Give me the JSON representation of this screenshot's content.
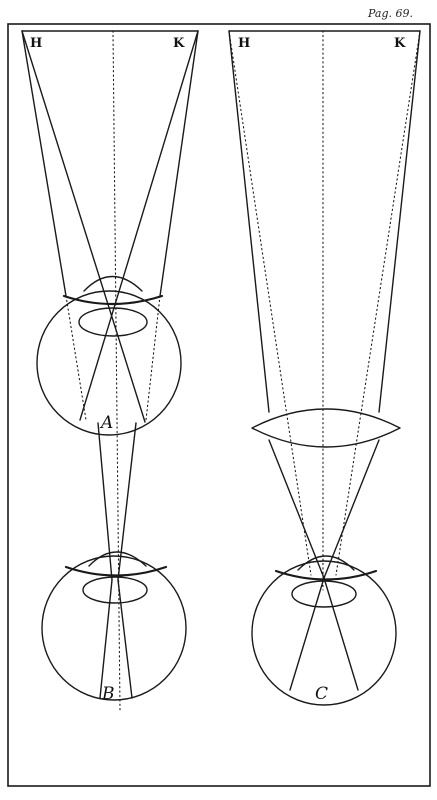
{
  "page_number": "Pag. 69.",
  "figures": {
    "left_top": {
      "point_left": "H",
      "point_right": "K",
      "eye_label": "A"
    },
    "left_bottom": {
      "eye_label": "B"
    },
    "right": {
      "point_left": "H",
      "point_right": "K",
      "eye_label": "C"
    }
  }
}
